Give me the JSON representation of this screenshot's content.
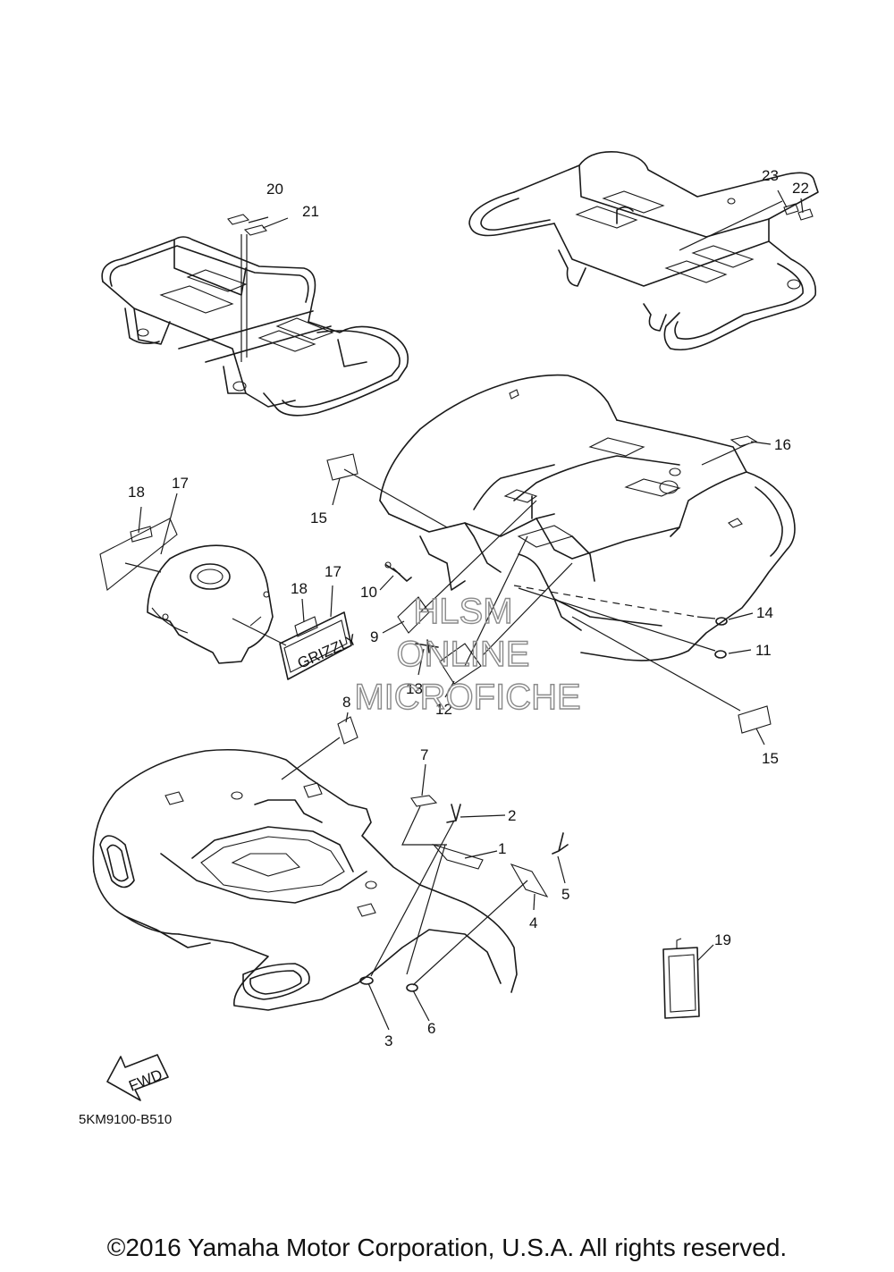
{
  "diagram": {
    "drawing_code": "5KM9100-B510",
    "fwd_label": "FWD",
    "emblem_text": "GRIZZLY",
    "callouts": {
      "c1": "1",
      "c2": "2",
      "c3": "3",
      "c4": "4",
      "c5": "5",
      "c6": "6",
      "c7": "7",
      "c8": "8",
      "c9": "9",
      "c10": "10",
      "c11": "11",
      "c12": "12",
      "c13": "13",
      "c14": "14",
      "c15a": "15",
      "c15b": "15",
      "c16": "16",
      "c17a": "17",
      "c17b": "17",
      "c18a": "18",
      "c18b": "18",
      "c19": "19",
      "c20": "20",
      "c21": "21",
      "c22": "22",
      "c23": "23"
    },
    "watermark": {
      "line1": "HLSM",
      "line2": "ONLINE",
      "line3": "MICROFICHE"
    },
    "copyright": "©2016 Yamaha Motor Corporation, U.S.A. All rights reserved."
  }
}
